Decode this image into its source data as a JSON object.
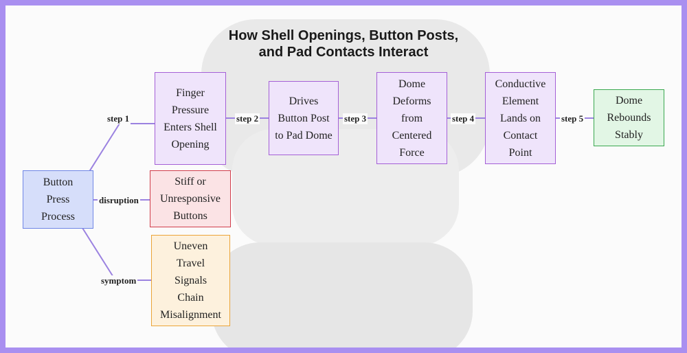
{
  "title_lines": [
    "How Shell Openings, Button Posts,",
    "and Pad Contacts Interact"
  ],
  "colors": {
    "frame": "#a98ff0",
    "edge": "#9b82e0",
    "root_fill": "#d6defa",
    "step_fill": "#efe4fb",
    "disruption_fill": "#fbe3e5",
    "symptom_fill": "#fdf1dd",
    "outcome_fill": "#e2f6e5"
  },
  "nodes": {
    "root": [
      "Button",
      "Press",
      "Process"
    ],
    "step1": [
      "Finger",
      "Pressure",
      "Enters Shell",
      "Opening"
    ],
    "step2": [
      "Drives",
      "Button Post",
      "to Pad Dome"
    ],
    "step3": [
      "Dome",
      "Deforms",
      "from",
      "Centered",
      "Force"
    ],
    "step4": [
      "Conductive",
      "Element",
      "Lands on",
      "Contact",
      "Point"
    ],
    "step5": [
      "Dome",
      "Rebounds",
      "Stably"
    ],
    "disruption": [
      "Stiff or",
      "Unresponsive",
      "Buttons"
    ],
    "symptom": [
      "Uneven",
      "Travel",
      "Signals",
      "Chain",
      "Misalignment"
    ]
  },
  "edge_labels": {
    "step1": "step 1",
    "step2": "step 2",
    "step3": "step 3",
    "step4": "step 4",
    "step5": "step 5",
    "disruption": "disruption",
    "symptom": "symptom"
  }
}
